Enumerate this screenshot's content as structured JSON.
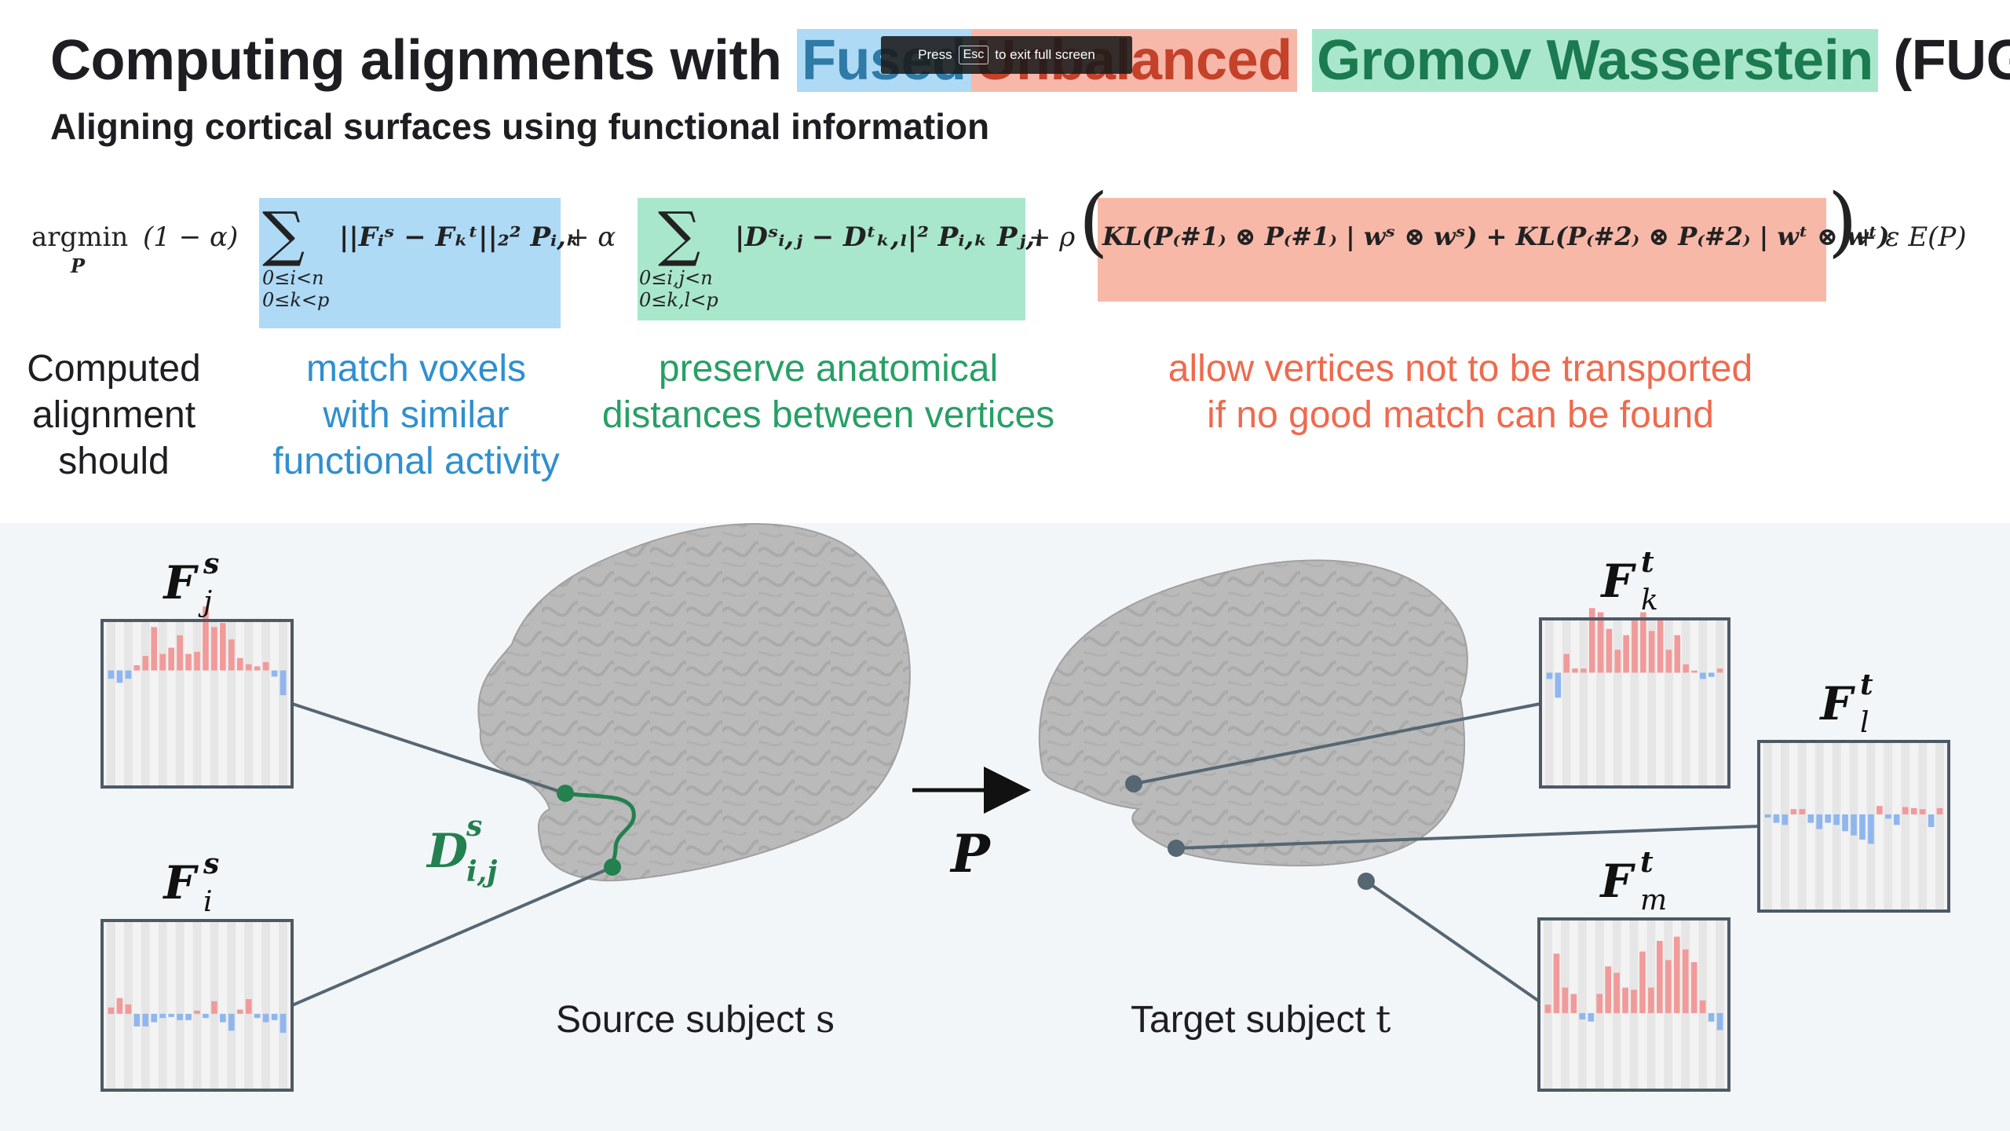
{
  "title": {
    "prefix": "Computing alignments with",
    "fused": "Fused",
    "unbalanced": "Unbalanced",
    "gromov": "Gromov Wasserstein",
    "suffix": "(FUGW)"
  },
  "fullscreen_toast": {
    "before": "Press",
    "key": "Esc",
    "after": "to exit full screen"
  },
  "subtitle": "Aligning cortical surfaces using functional information",
  "equation": {
    "argmin": "argmin",
    "argmin_var": "P",
    "weight_1": "(1 − α)",
    "term_1": "||Fᵢˢ − Fₖᵗ||₂² Pᵢ,ₖ",
    "sum_1_sub_a": "0≤i<n",
    "sum_1_sub_b": "0≤k<p",
    "plus_alpha": "+ α",
    "term_2": "|Dˢᵢ,ⱼ − Dᵗₖ,ₗ|² Pᵢ,ₖ Pⱼ,ₗ",
    "sum_2_sub_a": "0≤i,j<n",
    "sum_2_sub_b": "0≤k,l<p",
    "plus_rho": "+ ρ",
    "term_3": "KL(P₍#1₎ ⊗ P₍#1₎ | wˢ ⊗ wˢ) + KL(P₍#2₎ ⊗ P₍#2₎ | wᵗ ⊗ wᵗ)",
    "tail": "+ ε E(P)"
  },
  "captions": {
    "computed": "Computed\nalignment\nshould",
    "blue": "match voxels\nwith similar\nfunctional activity",
    "green": "preserve anatomical\ndistances between vertices",
    "red": "allow vertices not to be transported\nif no good match can be found"
  },
  "diagram": {
    "labels": {
      "Fj_s": {
        "base": "F",
        "sup": "s",
        "sub": "j"
      },
      "Fi_s": {
        "base": "F",
        "sup": "s",
        "sub": "i"
      },
      "Fk_t": {
        "base": "F",
        "sup": "t",
        "sub": "k"
      },
      "Fl_t": {
        "base": "F",
        "sup": "t",
        "sub": "l"
      },
      "Fm_t": {
        "base": "F",
        "sup": "t",
        "sub": "m"
      },
      "D_ij": {
        "base": "D",
        "sup": "s",
        "sub": "i,j"
      },
      "P": "P"
    },
    "source_label": "Source subject",
    "source_var": "s",
    "target_label": "Target subject",
    "target_var": "t",
    "colors": {
      "positive": "#f19a9a",
      "negative": "#8fb6ee",
      "line": "#566673",
      "green": "#23814f",
      "brain": "#b9b9b9"
    },
    "histograms": {
      "Fj_s": [
        -0.08,
        -0.12,
        -0.08,
        0.05,
        0.14,
        0.42,
        0.16,
        0.22,
        0.34,
        0.16,
        0.18,
        0.62,
        0.42,
        0.46,
        0.3,
        0.12,
        0.06,
        0.04,
        0.08,
        -0.06,
        -0.24
      ],
      "Fi_s": [
        0.06,
        0.15,
        0.09,
        -0.12,
        -0.12,
        -0.08,
        -0.04,
        -0.03,
        -0.06,
        -0.06,
        0.03,
        -0.04,
        0.12,
        -0.08,
        -0.16,
        0.04,
        0.14,
        -0.04,
        -0.08,
        -0.06,
        -0.18
      ],
      "Fk_t": [
        -0.06,
        -0.24,
        0.18,
        0.04,
        0.04,
        0.62,
        0.58,
        0.42,
        0.22,
        0.36,
        0.5,
        0.58,
        0.4,
        0.52,
        0.22,
        0.36,
        0.08,
        0.02,
        -0.06,
        -0.04,
        0.04
      ],
      "Fl_t": [
        -0.03,
        -0.08,
        -0.1,
        0.05,
        0.05,
        -0.08,
        -0.14,
        -0.08,
        -0.1,
        -0.16,
        -0.2,
        -0.24,
        -0.28,
        0.08,
        -0.04,
        -0.1,
        0.07,
        0.06,
        0.05,
        -0.12,
        0.06
      ],
      "Fm_t": [
        0.08,
        0.56,
        0.24,
        0.18,
        -0.06,
        -0.08,
        0.18,
        0.44,
        0.38,
        0.24,
        0.22,
        0.58,
        0.24,
        0.68,
        0.5,
        0.72,
        0.6,
        0.48,
        0.12,
        -0.08,
        -0.16
      ]
    }
  }
}
